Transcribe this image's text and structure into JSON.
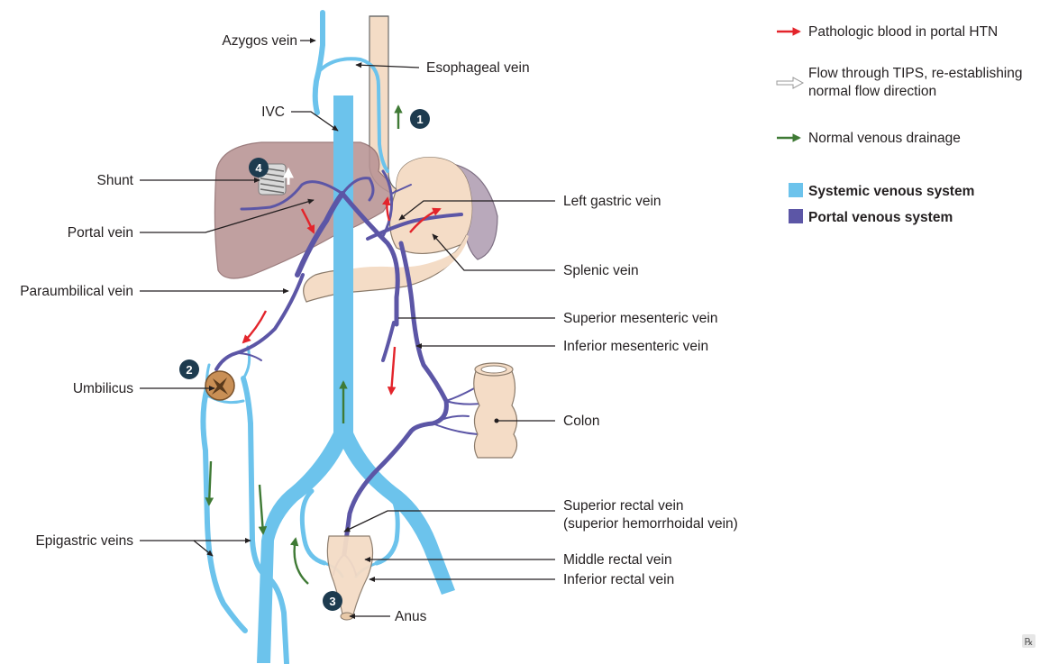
{
  "labels": {
    "azygos": "Azygos vein",
    "esophageal": "Esophageal vein",
    "ivc": "IVC",
    "shunt": "Shunt",
    "portal": "Portal vein",
    "left_gastric": "Left gastric vein",
    "splenic": "Splenic vein",
    "paraumbilical": "Paraumbilical vein",
    "sup_mesenteric": "Superior mesenteric vein",
    "inf_mesenteric": "Inferior mesenteric vein",
    "umbilicus": "Umbilicus",
    "colon": "Colon",
    "epigastric": "Epigastric veins",
    "sup_rectal_1": "Superior rectal vein",
    "sup_rectal_2": "(superior hemorrhoidal vein)",
    "middle_rectal": "Middle rectal vein",
    "inferior_rectal": "Inferior rectal vein",
    "anus": "Anus"
  },
  "markers": {
    "m1": "1",
    "m2": "2",
    "m3": "3",
    "m4": "4"
  },
  "legend": {
    "pathologic": "Pathologic blood in portal HTN",
    "tips_1": "Flow through TIPS, re-establishing",
    "tips_2": "normal flow direction",
    "normal": "Normal venous drainage",
    "systemic": "Systemic venous system",
    "portal_system": "Portal venous system"
  },
  "logo": "℞",
  "colors": {
    "systemic": "#6cc3ec",
    "portal": "#5c56a6",
    "pathologic_arrow": "#e3242b",
    "normal_arrow": "#3f7a35",
    "marker": "#1d3b4f"
  }
}
